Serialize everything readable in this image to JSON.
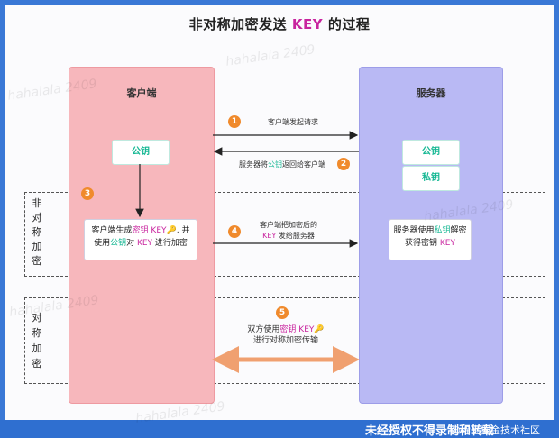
{
  "title": {
    "prefix": "非对称加密发送 ",
    "key": "KEY",
    "suffix": " 的过程"
  },
  "client": {
    "title": "客户端",
    "public_key": "公钥",
    "box": {
      "l1a": "客户端生成",
      "l1b": "密钥",
      "l1c": " KEY",
      "l1d": "🔑, 并",
      "l2a": "使用",
      "l2b": "公钥",
      "l2c": "对 ",
      "l2d": "KEY",
      "l2e": " 进行加密"
    }
  },
  "server": {
    "title": "服务器",
    "public_key": "公钥",
    "private_key": "私钥",
    "box": {
      "l1a": "服务器使用",
      "l1b": "私钥",
      "l1c": "解密",
      "l2a": "获得密钥 ",
      "l2b": "KEY"
    }
  },
  "steps": {
    "s1": {
      "num": "1",
      "text": "客户端发起请求"
    },
    "s2": {
      "num": "2",
      "a": "服务器将",
      "b": "公钥",
      "c": "返回给客户端"
    },
    "s3": {
      "num": "3"
    },
    "s4": {
      "num": "4",
      "l1": "客户端把加密后的",
      "l2a": "KEY",
      "l2b": " 发给服务器"
    },
    "s5": {
      "num": "5",
      "l1a": "双方使用",
      "l1b": "密钥",
      "l1c": " KEY🔑",
      "l2": "进行对称加密传输"
    }
  },
  "sections": {
    "asymmetric": [
      "非",
      "对",
      "称",
      "加",
      "密"
    ],
    "symmetric": [
      "对",
      "称",
      "加",
      "密"
    ]
  },
  "watermarks": {
    "w1": "hahalala 2409",
    "w2": "hahalala 2409",
    "w3": "hahalala 2409",
    "w4": "hahalala 2409",
    "w5": "hahalala 2409"
  },
  "footer": {
    "text": "未经授权不得录制和转载",
    "brand": "@稀土掘金技术社区"
  }
}
